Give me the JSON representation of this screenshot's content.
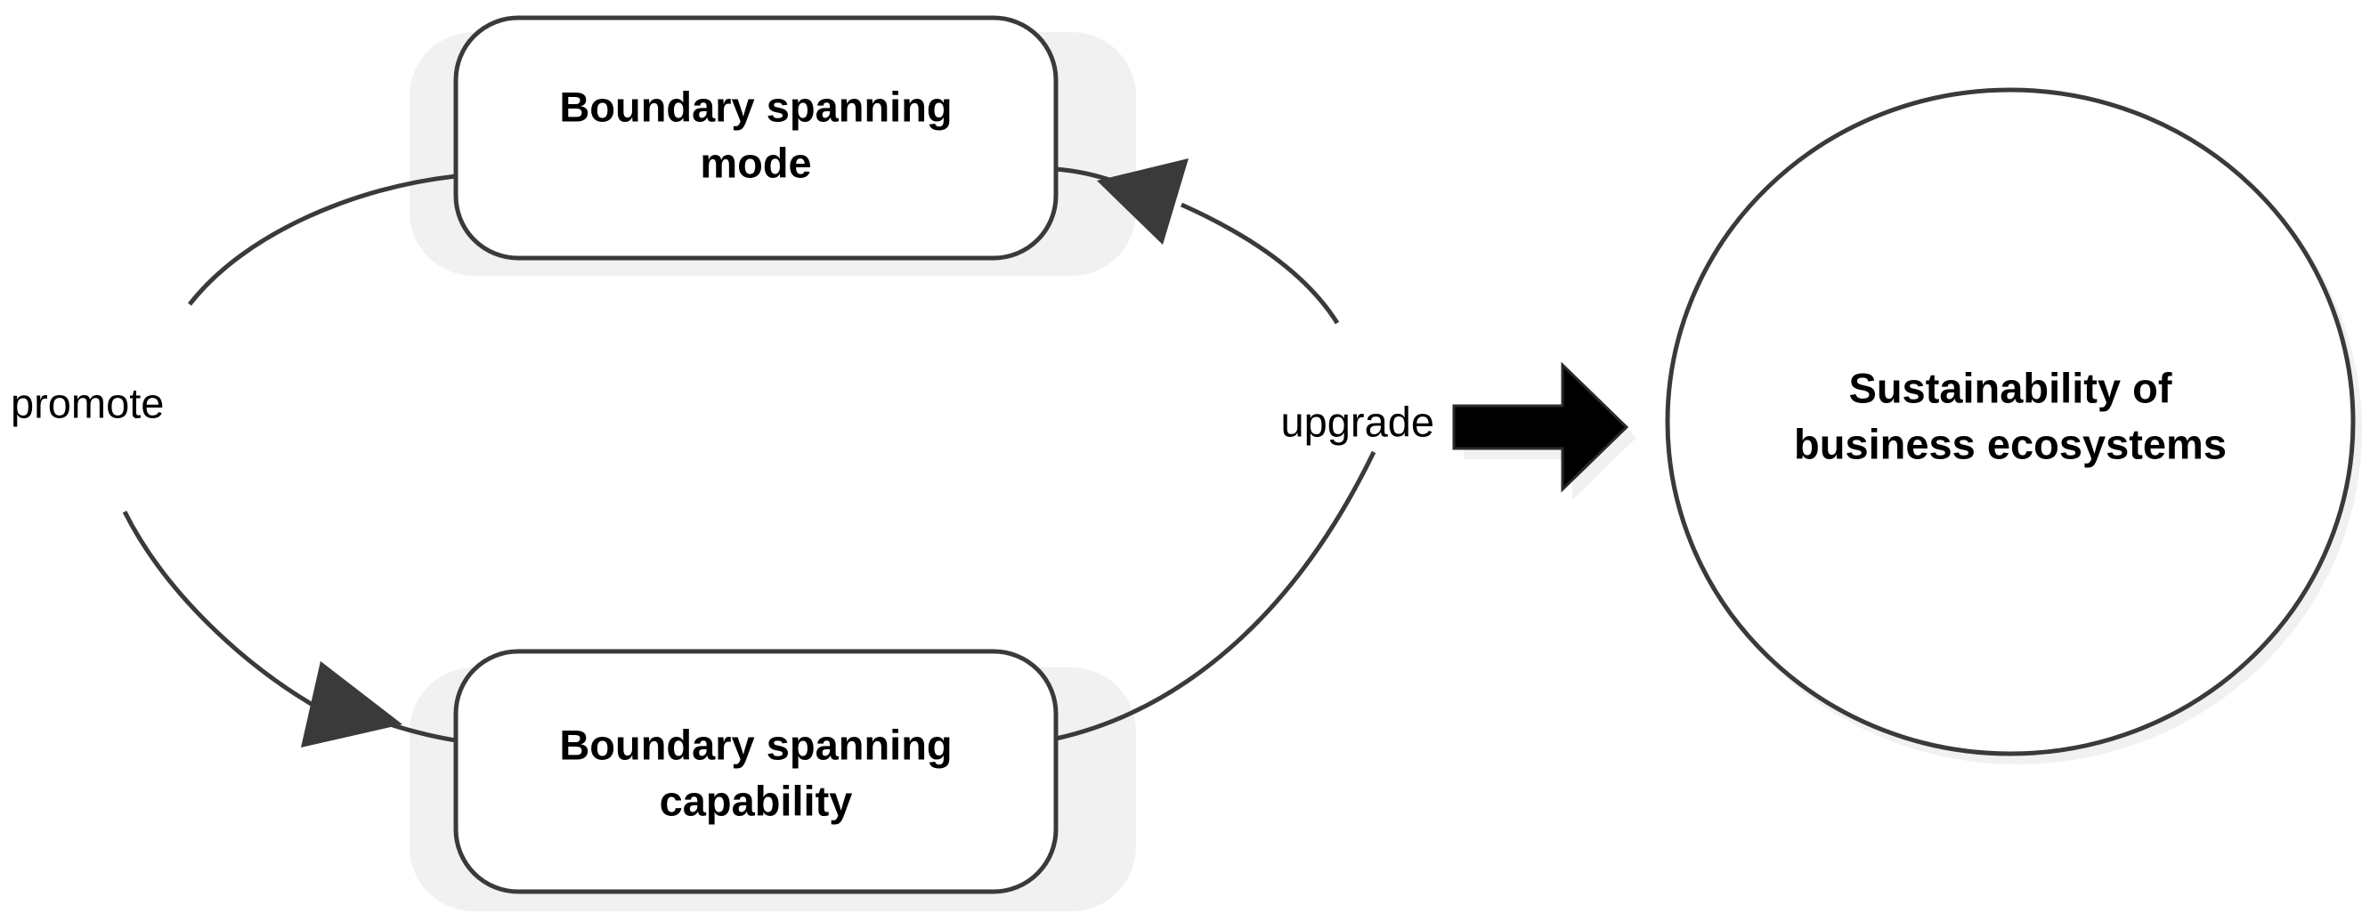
{
  "diagram": {
    "type": "conceptual-flow-diagram",
    "background_color": "#ffffff",
    "line_color": "#3a3a3a",
    "text_color": "#000000",
    "block_arrow_color": "#000000",
    "nodes": [
      {
        "id": "boundary-spanning-mode",
        "shape": "rounded-rectangle",
        "line1": "Boundary spanning",
        "line2": "mode",
        "bold": true
      },
      {
        "id": "boundary-spanning-capability",
        "shape": "rounded-rectangle",
        "line1": "Boundary spanning",
        "line2": "capability",
        "bold": true
      },
      {
        "id": "sustainability-of-business-ecosystems",
        "shape": "circle",
        "line1": "Sustainability of",
        "line2": "business ecosystems",
        "bold": true
      }
    ],
    "edges": [
      {
        "id": "promote-edge",
        "label": "promote",
        "from": "boundary-spanning-mode",
        "to": "boundary-spanning-capability",
        "style": "curved-loop-left"
      },
      {
        "id": "upgrade-edge",
        "label": "upgrade",
        "from": "boundary-spanning-capability",
        "to": "boundary-spanning-mode",
        "style": "curved-loop-right"
      },
      {
        "id": "outcome-edge",
        "label": "",
        "from": "boundary-spanning-loop",
        "to": "sustainability-of-business-ecosystems",
        "style": "block-arrow-right"
      }
    ]
  }
}
